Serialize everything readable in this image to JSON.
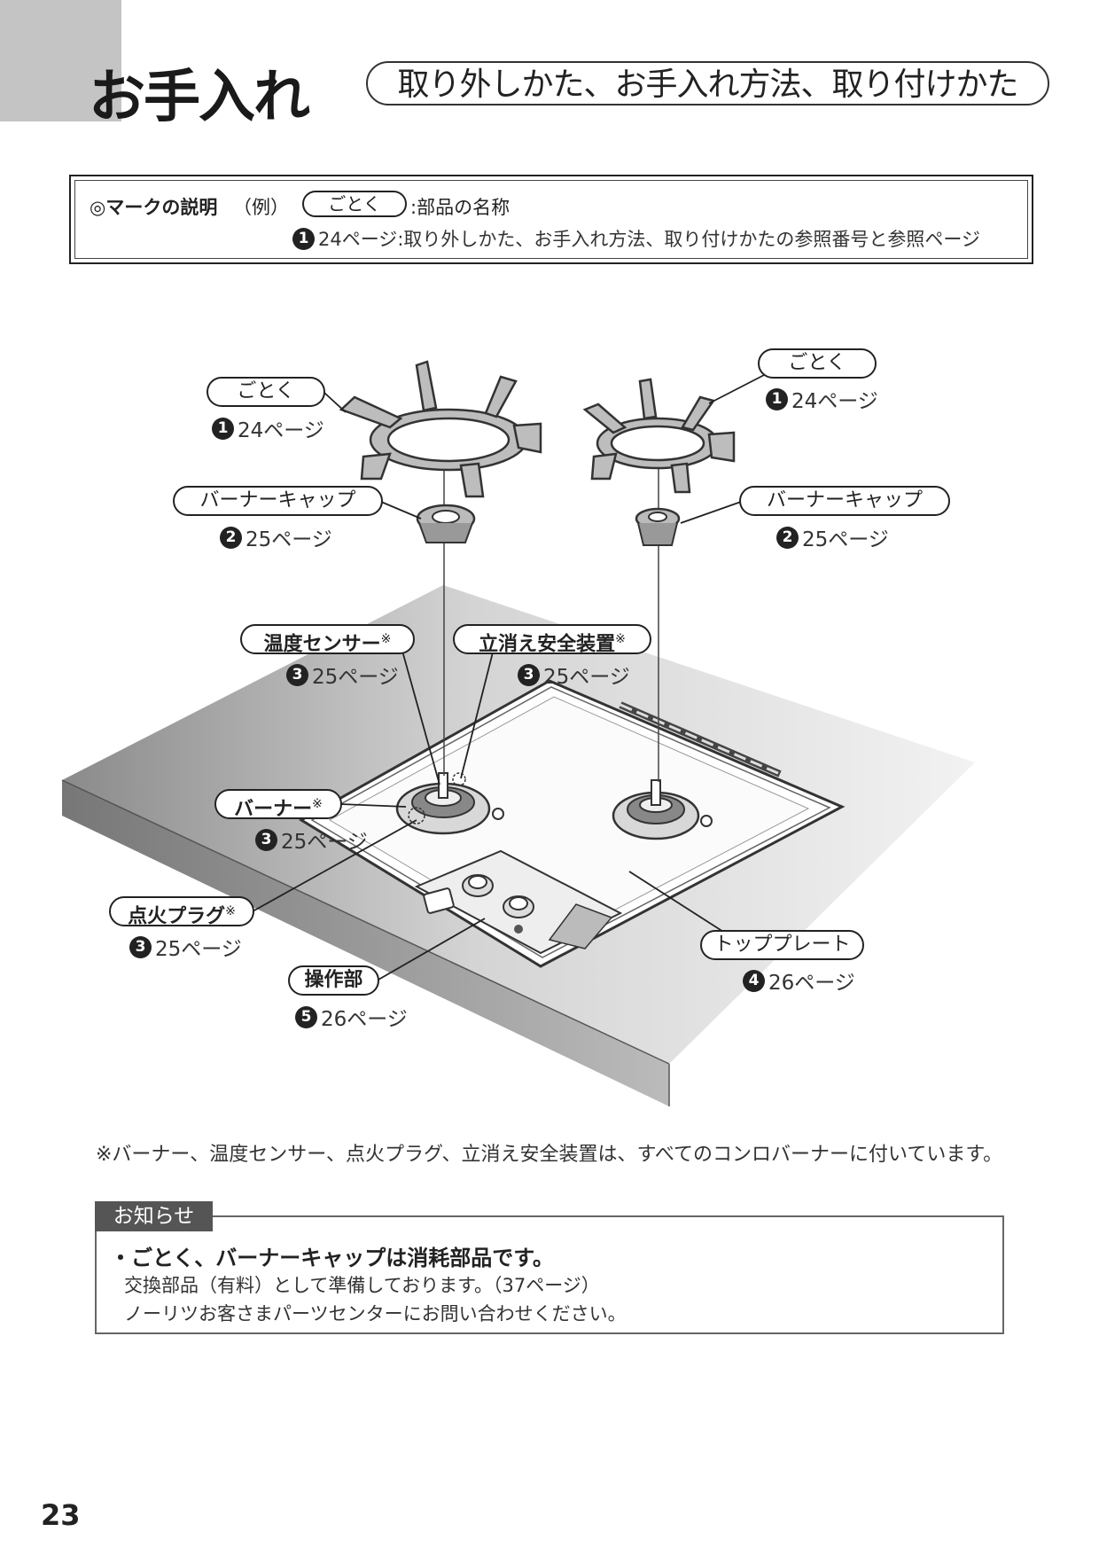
{
  "header": {
    "title": "お手入れ",
    "subtitle": "取り外しかた、お手入れ方法、取り付けかた"
  },
  "legend": {
    "heading": "◎マークの説明",
    "example_label": "（例）",
    "example_pill": "ごとく",
    "example_desc": ":部品の名称",
    "ref_num": "1",
    "ref_page": "24ページ",
    "ref_desc": ":取り外しかた、お手入れ方法、取り付けかたの参照番号と参照ページ"
  },
  "parts": {
    "gotoku_left": {
      "name": "ごとく",
      "num": "1",
      "page": "24ページ"
    },
    "gotoku_right": {
      "name": "ごとく",
      "num": "1",
      "page": "24ページ"
    },
    "burner_cap_left": {
      "name": "バーナーキャップ",
      "num": "2",
      "page": "25ページ"
    },
    "burner_cap_right": {
      "name": "バーナーキャップ",
      "num": "2",
      "page": "25ページ"
    },
    "temp_sensor": {
      "name": "温度センサー",
      "mark": "※",
      "num": "3",
      "page": "25ページ"
    },
    "safety_device": {
      "name": "立消え安全装置",
      "mark": "※",
      "num": "3",
      "page": "25ページ"
    },
    "burner": {
      "name": "バーナー",
      "mark": "※",
      "num": "3",
      "page": "25ページ"
    },
    "ignition_plug": {
      "name": "点火プラグ",
      "mark": "※",
      "num": "3",
      "page": "25ページ"
    },
    "top_plate": {
      "name": "トッププレート",
      "num": "4",
      "page": "26ページ"
    },
    "control_panel": {
      "name": "操作部",
      "num": "5",
      "page": "26ページ"
    }
  },
  "footnote": "※バーナー、温度センサー、点火プラグ、立消え安全装置は、すべてのコンロバーナーに付いています。",
  "notice": {
    "tab": "お知らせ",
    "line1": "・ごとく、バーナーキャップは消耗部品です。",
    "line2": "交換部品（有料）として準備しております。（37ページ）",
    "line3": "ノーリツお客さまパーツセンターにお問い合わせください。"
  },
  "page_number": "23"
}
